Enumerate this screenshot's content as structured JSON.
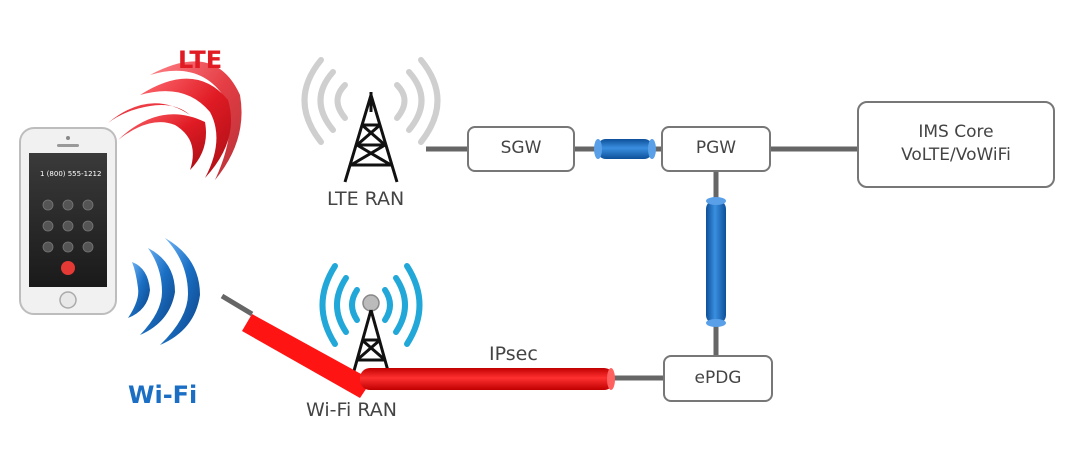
{
  "labels": {
    "lte": "LTE",
    "wifi": "Wi-Fi",
    "lte_ran": "LTE RAN",
    "wifi_ran": "Wi-Fi RAN",
    "ipsec": "IPsec"
  },
  "nodes": {
    "sgw": "SGW",
    "pgw": "PGW",
    "epdg": "ePDG",
    "ims_line1": "IMS Core",
    "ims_line2": "VoLTE/VoWiFi"
  },
  "phone": {
    "number": "1 (800) 555-1212"
  },
  "colors": {
    "lte_red": "#e01b24",
    "wifi_blue": "#1a6fc4",
    "tunnel_blue": "#1566b8",
    "ipsec_red": "#ff1010",
    "line_gray": "#666666",
    "box_border": "#777777"
  }
}
